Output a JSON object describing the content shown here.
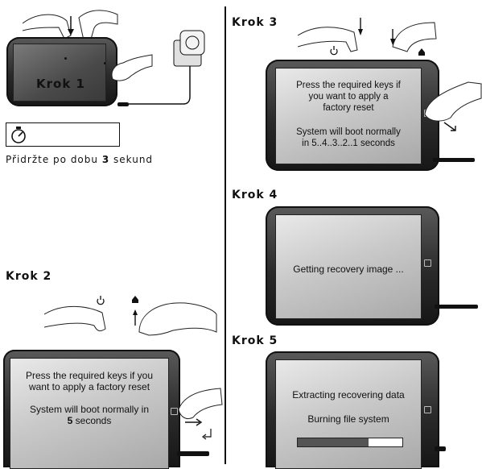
{
  "step1": {
    "heading": "Krok 1",
    "hold_prefix": "Přidržte po dobu ",
    "hold_seconds": "3",
    "hold_suffix": " sekund"
  },
  "step2": {
    "heading": "Krok 2",
    "line1": "Press the required keys if you",
    "line2": "want to apply a factory reset",
    "line3": "System will boot normally in",
    "countdown": "5",
    "line4": " seconds"
  },
  "step3": {
    "heading": "Krok 3",
    "line1": "Press the required keys if",
    "line2": "you want to apply a",
    "line3": "factory reset",
    "line4": "System will boot normally",
    "line5": "in 5..4..3..2..1 seconds"
  },
  "step4": {
    "heading": "Krok 4",
    "message": "Getting recovery image ..."
  },
  "step5": {
    "heading": "Krok 5",
    "line1": "Extracting recovering data",
    "line2": "Burning file system",
    "progress": 0.68
  },
  "icons": [
    "power-icon",
    "home-icon",
    "stopwatch-icon",
    "arrow-up-icon",
    "arrow-down-icon",
    "hand-icon",
    "power-adapter-icon"
  ]
}
